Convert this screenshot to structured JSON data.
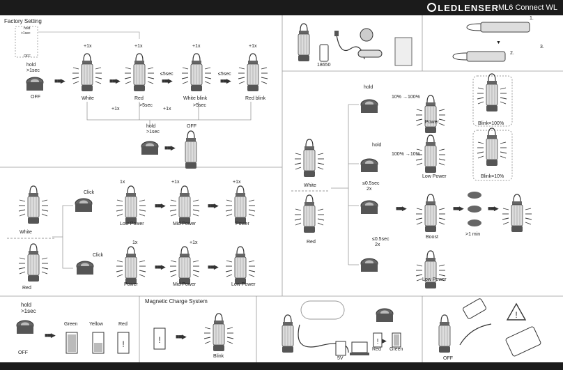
{
  "header": {
    "brand": "LEDLENSER",
    "model": "ML6 Connect WL"
  },
  "factory": {
    "title": "Factory Setting",
    "hold_small": "hold",
    "sec_small": ">1sec",
    "off_small": "OFF",
    "hold": "hold",
    "sec1": ">1sec",
    "off": "OFF",
    "plus1": "+1x",
    "white": "White",
    "red": "Red",
    "white_blink": "White blink",
    "red_blink": "Red blink",
    "sec5": "≤5sec",
    "gt5": ">5sec",
    "hold2": "hold",
    "sec2": ">1sec",
    "off2": "OFF"
  },
  "modes": {
    "white": "White",
    "red": "Red",
    "click": "Click",
    "plus1": "+1x",
    "one": "1x",
    "low_power": "Low Power",
    "mid_power": "Mid Power",
    "power": "Power"
  },
  "box": {
    "battery": "18650"
  },
  "attach": {
    "step1": "1.",
    "step2": "2.",
    "step3": "3."
  },
  "right": {
    "white": "White",
    "red": "Red",
    "hold": "hold",
    "up": "10% →100%",
    "down": "100% →10%",
    "power": "Power",
    "blink100": "Blink=100%",
    "low_power": "Low Power",
    "blink10": "Blink=10%",
    "sec05": "≤0.5sec",
    "two": "2x",
    "boost": "Boost",
    "min1": ">1 min"
  },
  "battery_status": {
    "hold": "hold",
    "sec": ">1sec",
    "off": "OFF",
    "green": "Green",
    "yellow": "Yellow",
    "red": "Red"
  },
  "magnetic": {
    "title": "Magnetic Charge System",
    "blink": "Blink"
  },
  "charge": {
    "v5": "5V",
    "red": "Red",
    "green": "Green"
  },
  "usb": {
    "off": "OFF"
  }
}
